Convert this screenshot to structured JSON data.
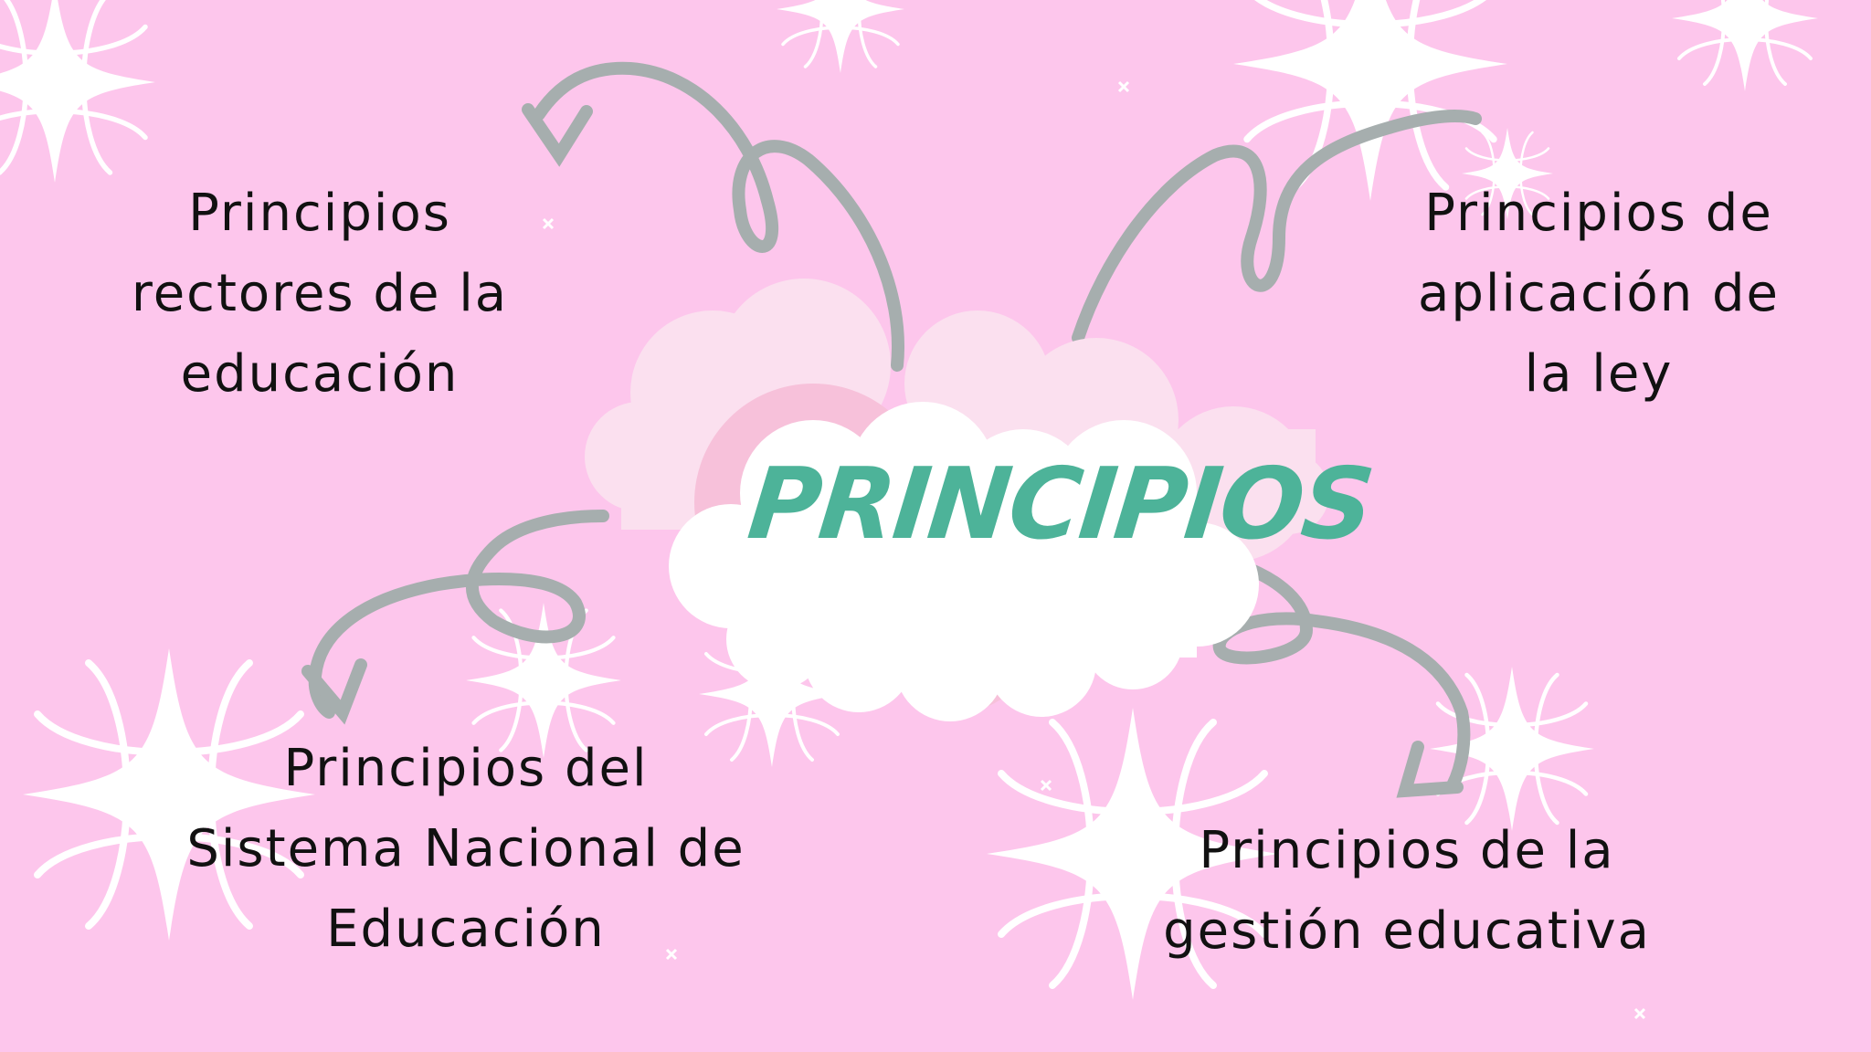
{
  "central_topic": "PRINCIPIOS",
  "branches": [
    {
      "id": "top-left",
      "label": "Principios rectores de la educación"
    },
    {
      "id": "top-right",
      "label": "Principios de aplicación de la ley"
    },
    {
      "id": "bottom-left",
      "label": "Principios del Sistema Nacional de Educación"
    },
    {
      "id": "bottom-right",
      "label": "Principios de la gestión educativa"
    }
  ],
  "colors": {
    "background": "#fdc6ec",
    "sparkle": "#ffffff",
    "arrow": "#a6aeae",
    "cloud": "#ffffff",
    "cloud_back": "#fbe0ef",
    "cloud_pink": "#f7c1da",
    "title": "#4db399",
    "text": "#111111"
  }
}
